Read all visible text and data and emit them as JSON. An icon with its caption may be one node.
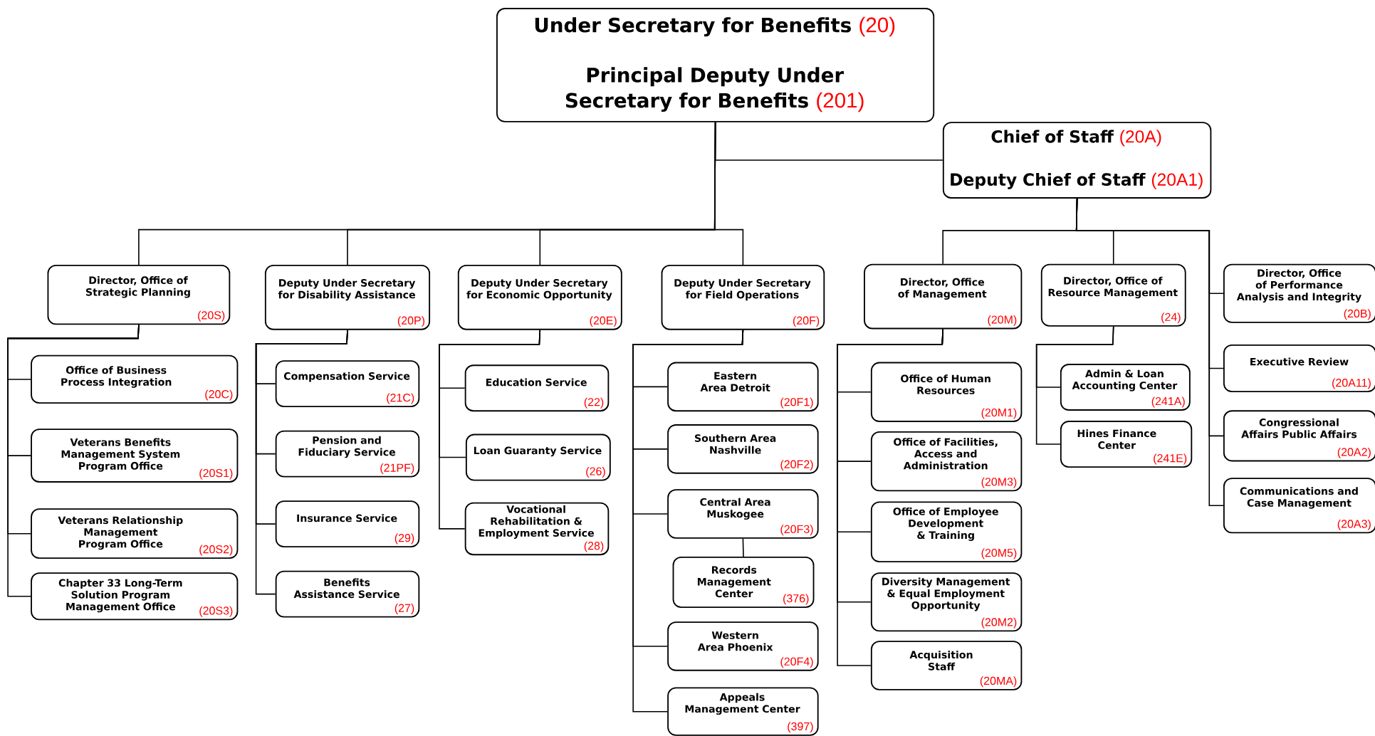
{
  "diagram": {
    "nodes": [
      {
        "text": [
          "Under Secretary for Benefits",
          "(20)",
          "Principal Deputy Under Secretary for Benefits",
          "(201)"
        ]
      },
      {
        "text": [
          "Chief of Staff",
          "(20A)",
          "Deputy Chief of Staff",
          "(20A1)"
        ]
      },
      {
        "text": [
          "Director, Office of Strategic Planning",
          "(20S)"
        ]
      },
      {
        "text": [
          "Office of Business Process Integration",
          "(20C)"
        ]
      },
      {
        "text": [
          "Veterans Benefits Management System Program Office",
          "(20S1)"
        ]
      },
      {
        "text": [
          "Veterans Relationship Management Program Office",
          "(20S2)"
        ]
      },
      {
        "text": [
          "Chapter 33 Long-Term Solution Program Management Office",
          "(20S3)"
        ]
      },
      {
        "text": [
          "Deputy Under Secretary for Disability Assistance",
          "(20P)"
        ]
      },
      {
        "text": [
          "Compensation Service",
          "(21C)"
        ]
      },
      {
        "text": [
          "Pension and Fiduciary Service",
          "(21PF)"
        ]
      },
      {
        "text": [
          "Insurance Service",
          "(29)"
        ]
      },
      {
        "text": [
          "Benefits Assistance Service",
          "(27)"
        ]
      },
      {
        "text": [
          "Deputy Under Secretary for Economic Opportunity",
          "(20E)"
        ]
      },
      {
        "text": [
          "Education Service",
          "(22)"
        ]
      },
      {
        "text": [
          "Loan Guaranty Service",
          "(26)"
        ]
      },
      {
        "text": [
          "Vocational Rehabilitation & Employment Service",
          "(28)"
        ]
      },
      {
        "text": [
          "Deputy Under Secretary for Field Operations",
          "(20F)"
        ]
      },
      {
        "text": [
          "Eastern Area Detroit",
          "(20F1)"
        ]
      },
      {
        "text": [
          "Southern Area Nashville",
          "(20F2)"
        ]
      },
      {
        "text": [
          "Central Area Muskogee",
          "(20F3)"
        ]
      },
      {
        "text": [
          "Records Management Center",
          "(376)"
        ]
      },
      {
        "text": [
          "Western Area Phoenix",
          "(20F4)"
        ]
      },
      {
        "text": [
          "Appeals Management Center",
          "(397)"
        ]
      },
      {
        "text": [
          "Director, Office of Management",
          "(20M)"
        ]
      },
      {
        "text": [
          "Office of Human Resources",
          "(20M1)"
        ]
      },
      {
        "text": [
          "Office of Facilities, Access and Administration",
          "(20M3)"
        ]
      },
      {
        "text": [
          "Office of Employee Development & Training",
          "(20M5)"
        ]
      },
      {
        "text": [
          "Diversity Management & Equal Employment Opportunity",
          "(20M2)"
        ]
      },
      {
        "text": [
          "Acquisition Staff",
          "(20MA)"
        ]
      },
      {
        "text": [
          "Director, Office of Resource Management",
          "(24)"
        ]
      },
      {
        "text": [
          "Admin & Loan Accounting Center",
          "(241A)"
        ]
      },
      {
        "text": [
          "Hines Finance Center",
          "(241E)"
        ]
      },
      {
        "text": [
          "Director, Office of Performance Analysis and Integrity",
          "(20B)"
        ]
      },
      {
        "text": [
          "Executive Review",
          "(20A11)"
        ]
      },
      {
        "text": [
          "Congressional Affairs Public Affairs",
          "(20A2)"
        ]
      },
      {
        "text": [
          "Communications and Case Management",
          "(20A3)"
        ]
      }
    ],
    "edges": [
      {
        "from": 0,
        "to": 1,
        "arrow": "none"
      },
      {
        "from": 0,
        "to": 2,
        "arrow": "none"
      },
      {
        "from": 0,
        "to": 7,
        "arrow": "none"
      },
      {
        "from": 0,
        "to": 12,
        "arrow": "none"
      },
      {
        "from": 0,
        "to": 16,
        "arrow": "none"
      },
      {
        "from": 2,
        "to": 3,
        "arrow": "none"
      },
      {
        "from": 2,
        "to": 4,
        "arrow": "none"
      },
      {
        "from": 2,
        "to": 5,
        "arrow": "none"
      },
      {
        "from": 2,
        "to": 6,
        "arrow": "none"
      },
      {
        "from": 7,
        "to": 8,
        "arrow": "none"
      },
      {
        "from": 7,
        "to": 9,
        "arrow": "none"
      },
      {
        "from": 7,
        "to": 10,
        "arrow": "none"
      },
      {
        "from": 7,
        "to": 11,
        "arrow": "none"
      },
      {
        "from": 12,
        "to": 13,
        "arrow": "none"
      },
      {
        "from": 12,
        "to": 14,
        "arrow": "none"
      },
      {
        "from": 12,
        "to": 15,
        "arrow": "none"
      },
      {
        "from": 16,
        "to": 17,
        "arrow": "none"
      },
      {
        "from": 16,
        "to": 18,
        "arrow": "none"
      },
      {
        "from": 16,
        "to": 19,
        "arrow": "none"
      },
      {
        "from": 19,
        "to": 20,
        "arrow": "none"
      },
      {
        "from": 16,
        "to": 21,
        "arrow": "none"
      },
      {
        "from": 16,
        "to": 22,
        "arrow": "none"
      },
      {
        "from": 1,
        "to": 23,
        "arrow": "none"
      },
      {
        "from": 1,
        "to": 29,
        "arrow": "none"
      },
      {
        "from": 1,
        "to": 32,
        "arrow": "none"
      },
      {
        "from": 1,
        "to": 33,
        "arrow": "none"
      },
      {
        "from": 1,
        "to": 34,
        "arrow": "none"
      },
      {
        "from": 1,
        "to": 35,
        "arrow": "none"
      },
      {
        "from": 23,
        "to": 24,
        "arrow": "none"
      },
      {
        "from": 23,
        "to": 25,
        "arrow": "none"
      },
      {
        "from": 23,
        "to": 26,
        "arrow": "none"
      },
      {
        "from": 23,
        "to": 27,
        "arrow": "none"
      },
      {
        "from": 23,
        "to": 28,
        "arrow": "none"
      },
      {
        "from": 29,
        "to": 30,
        "arrow": "none"
      },
      {
        "from": 29,
        "to": 31,
        "arrow": "none"
      }
    ]
  }
}
